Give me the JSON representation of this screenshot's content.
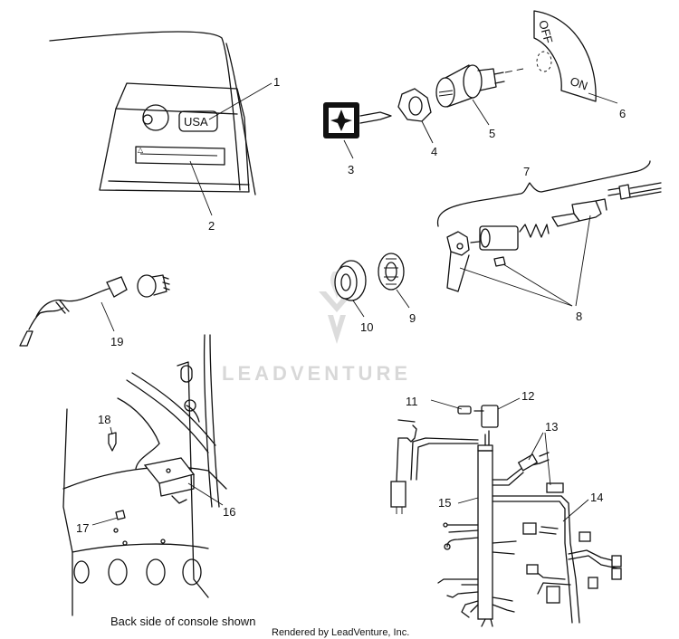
{
  "callouts": [
    {
      "id": "1",
      "text": "1"
    },
    {
      "id": "2",
      "text": "2"
    },
    {
      "id": "3",
      "text": "3"
    },
    {
      "id": "4",
      "text": "4"
    },
    {
      "id": "5",
      "text": "5"
    },
    {
      "id": "6",
      "text": "6"
    },
    {
      "id": "7",
      "text": "7"
    },
    {
      "id": "8",
      "text": "8"
    },
    {
      "id": "9",
      "text": "9"
    },
    {
      "id": "10",
      "text": "10"
    },
    {
      "id": "11",
      "text": "11"
    },
    {
      "id": "12",
      "text": "12"
    },
    {
      "id": "13",
      "text": "13"
    },
    {
      "id": "14",
      "text": "14"
    },
    {
      "id": "15",
      "text": "15"
    },
    {
      "id": "16",
      "text": "16"
    },
    {
      "id": "17",
      "text": "17"
    },
    {
      "id": "18",
      "text": "18"
    },
    {
      "id": "19",
      "text": "19"
    }
  ],
  "decal_text": "USA",
  "switch_off": "OFF",
  "switch_on": "ON",
  "caption": "Back side of console shown",
  "footer": "Rendered by LeadVenture, Inc.",
  "watermark": "LEADVENTURE",
  "colors": {
    "line": "#111111",
    "watermark": "#d8d8d8",
    "background": "#ffffff"
  }
}
